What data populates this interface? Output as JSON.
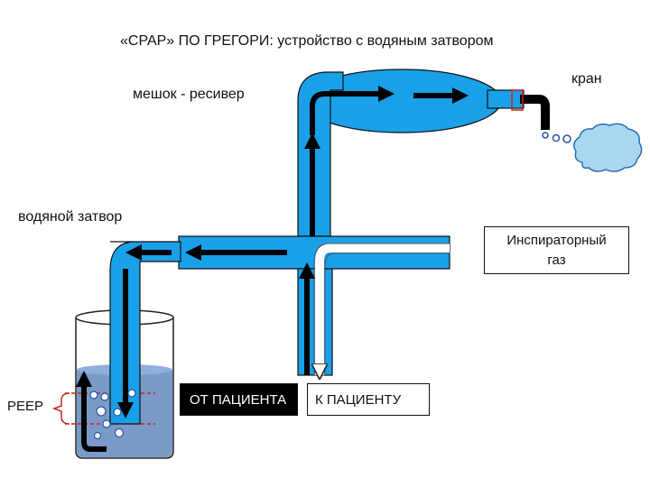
{
  "title": "«CPAP» ПО ГРЕГОРИ: устройство с водяным затвором",
  "labels": {
    "bag": "мешок - ресивер",
    "valve": "кран",
    "water_seal": "водяной затвор",
    "peep": "PEEP"
  },
  "boxes": {
    "inspiratory_line1": "Инспираторный",
    "inspiratory_line2": "газ",
    "from_patient": "ОТ ПАЦИЕНТА",
    "to_patient": "К ПАЦИЕНТУ"
  },
  "colors": {
    "tube": "#1aa0e8",
    "water": "#7a9ac8",
    "arrow": "#000000",
    "peep_marker": "#cc2222",
    "cloud": "#a9d7f0"
  },
  "icons": {
    "valve_icon": "valve-icon",
    "gas_cloud": "cloud-icon"
  }
}
